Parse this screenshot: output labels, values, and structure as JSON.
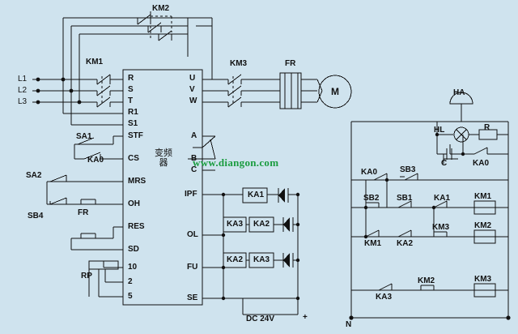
{
  "diagram": {
    "title": "VFD motor control wiring schematic",
    "watermark": "www.diangon.com",
    "colors": {
      "background": "#cfe3ee",
      "line": "#111111",
      "watermark": "#1a9c3f"
    },
    "vfd_block_text": "变频器",
    "labels": {
      "km2": "KM2",
      "km1": "KM1",
      "km3": "KM3",
      "fr": "FR",
      "motor": "M",
      "l1": "L1",
      "l2": "L2",
      "l3": "L3",
      "r": "R",
      "s": "S",
      "t": "T",
      "r1": "R1",
      "s1": "S1",
      "stf": "STF",
      "cs": "CS",
      "mrs": "MRS",
      "oh": "OH",
      "res": "RES",
      "sd": "SD",
      "ten": "10",
      "two": "2",
      "five": "5",
      "sa1": "SA1",
      "sa2": "SA2",
      "ka0_left": "KA0",
      "sb4": "SB4",
      "fr_left": "FR",
      "rp": "RP",
      "u": "U",
      "v": "V",
      "w": "W",
      "a": "A",
      "b": "B",
      "c": "C",
      "ipf": "IPF",
      "ol": "OL",
      "fu": "FU",
      "se": "SE",
      "ka1_a": "KA1",
      "ka3_a": "KA3",
      "ka2_a": "KA2",
      "ka2_b": "KA2",
      "ka3_b": "KA3",
      "dc24v": "DC 24V",
      "plus": "+",
      "ha": "HA",
      "hl": "HL",
      "r_res": "R",
      "c_cap": "C",
      "ka0_top": "KA0",
      "sb3": "SB3",
      "sb2": "SB2",
      "sb1": "SB1",
      "ka0_mid": "KA0",
      "ka1_r": "KA1",
      "km1_r": "KM1",
      "km1_b": "KM1",
      "ka2_r": "KA2",
      "km3_r": "KM3",
      "km2_r": "KM2",
      "ka3_r": "KA3",
      "km2_b": "KM2",
      "km3_b": "KM3",
      "n": "N"
    }
  }
}
